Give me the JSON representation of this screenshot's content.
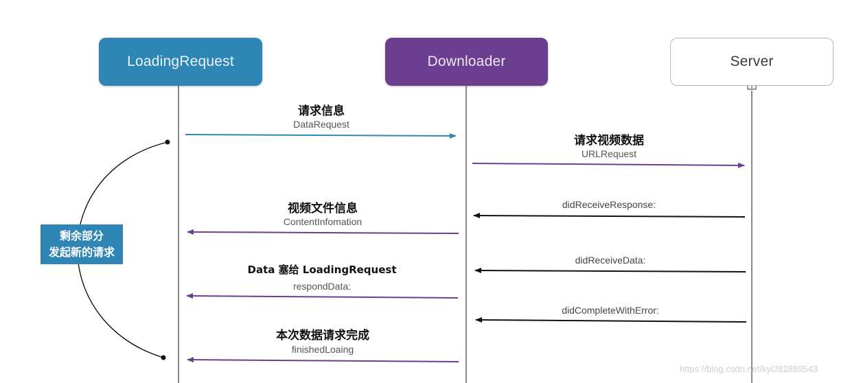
{
  "nodes": {
    "loading_request": "LoadingRequest",
    "downloader": "Downloader",
    "server": "Server"
  },
  "messages": {
    "data_request": {
      "title": "请求信息",
      "subtitle": "DataRequest"
    },
    "url_request": {
      "title": "请求视频数据",
      "subtitle": "URLRequest"
    },
    "content_info": {
      "title": "视频文件信息",
      "subtitle": "ContentInfomation"
    },
    "respond_data": {
      "title": "Data 塞给 LoadingRequest",
      "subtitle": "respondData:"
    },
    "finished_loading": {
      "title": "本次数据请求完成",
      "subtitle": "finishedLoaing"
    }
  },
  "server_responses": {
    "did_receive_response": "didReceiveResponse:",
    "did_receive_data": "didReceiveData:",
    "did_complete_with_error": "didCompleteWithError:"
  },
  "side_note": {
    "line1": "剩余部分",
    "line2": "发起新的请求"
  },
  "watermark": "https://blog.csdn.net/kyl282889543",
  "colors": {
    "loading_request": "#2f86b5",
    "downloader": "#6b3e8f",
    "server_border": "#b5b5b5",
    "lifeline": "#4a4a4a",
    "arrow_blue": "#2f86b5",
    "arrow_purple": "#6b3e8f",
    "arrow_black": "#111111"
  }
}
